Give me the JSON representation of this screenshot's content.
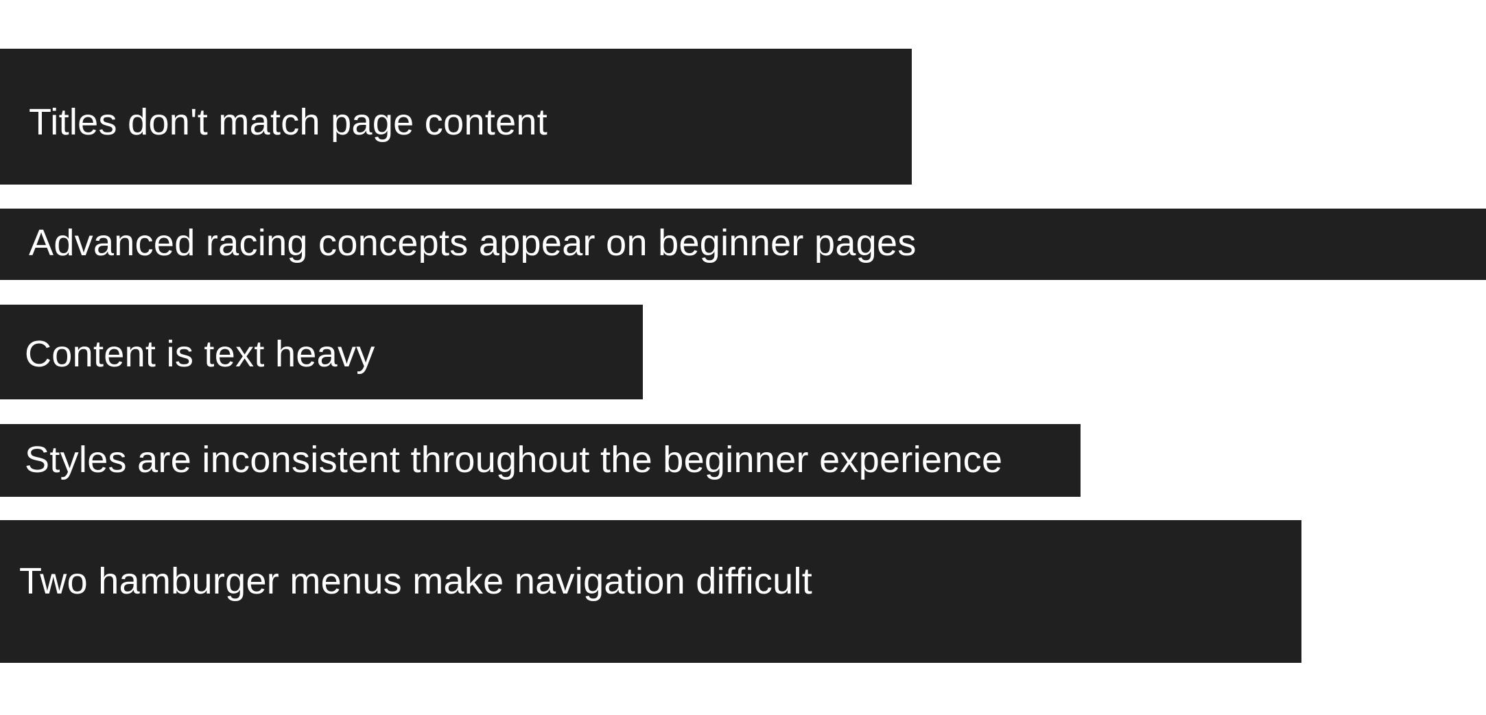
{
  "background": "#ffffff",
  "bar_color": "#202020",
  "text_color": "#ffffff",
  "items": [
    {
      "label": "Titles don't match page content"
    },
    {
      "label": "Advanced racing concepts appear on beginner pages"
    },
    {
      "label": "Content is text heavy"
    },
    {
      "label": "Styles are inconsistent throughout the beginner experience"
    },
    {
      "label": "Two hamburger menus make navigation difficult"
    }
  ]
}
